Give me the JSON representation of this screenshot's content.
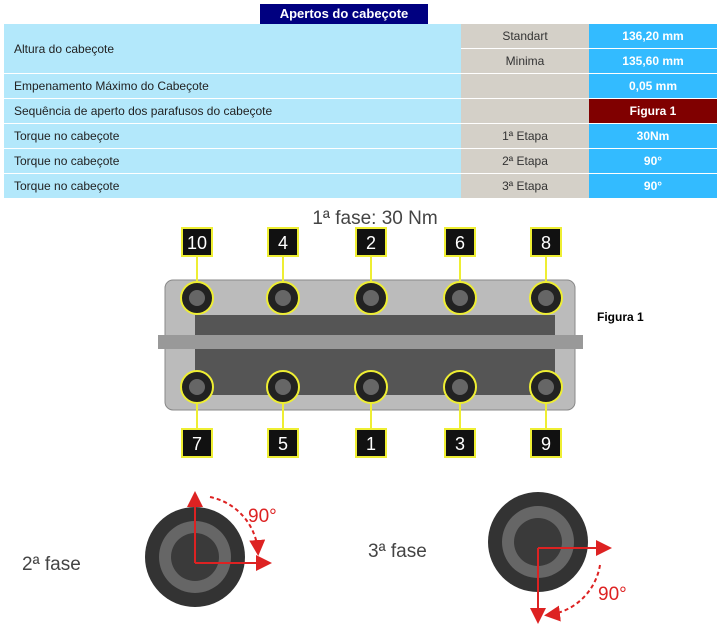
{
  "title": "Apertos do cabeçote",
  "rows": [
    {
      "label": "Altura do cabeçote",
      "sub": [
        {
          "stage": "Standart",
          "value": "136,20 mm"
        },
        {
          "stage": "Minima",
          "value": "135,60 mm"
        }
      ]
    },
    {
      "label": "Empenamento Máximo do Cabeçote",
      "stage": "",
      "value": "0,05 mm"
    },
    {
      "label": "Sequência de aperto dos parafusos do cabeçote",
      "stage": "",
      "value": "Figura 1"
    },
    {
      "label": "Torque no cabeçote",
      "stage": "1ª Etapa",
      "value": "30Nm"
    },
    {
      "label": "Torque no cabeçote",
      "stage": "2ª Etapa",
      "value": "90°"
    },
    {
      "label": "Torque no cabeçote",
      "stage": "3ª Etapa",
      "value": "90°"
    }
  ],
  "figure": {
    "phase1": "1ª fase: 30 Nm",
    "caption": "Figura 1",
    "top_numbers": [
      "10",
      "4",
      "2",
      "6",
      "8"
    ],
    "bottom_numbers": [
      "7",
      "5",
      "1",
      "3",
      "9"
    ],
    "phase2": "2ª fase",
    "phase2_angle": "90°",
    "phase3": "3ª fase",
    "phase3_angle": "90°"
  }
}
